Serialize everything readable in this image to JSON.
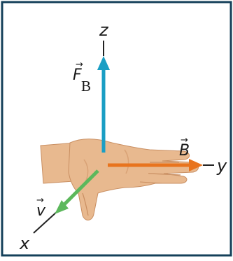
{
  "diagram": {
    "axes": {
      "z": "z",
      "y": "y",
      "x": "x"
    },
    "vectors": {
      "force": {
        "letter": "F",
        "subscript": "B",
        "color": "#1a9ec4"
      },
      "field": {
        "letter": "B",
        "color": "#e8741e"
      },
      "velocity": {
        "letter": "v",
        "color": "#5cb85c"
      }
    },
    "vector_arrow_glyph": "→",
    "colors": {
      "border": "#14405a",
      "axis": "#222222",
      "skin": "#e8b98f",
      "skin_shadow": "#c98f62"
    },
    "figure": "right-hand rule: hand with fingers along y, velocity along x, force along z"
  }
}
